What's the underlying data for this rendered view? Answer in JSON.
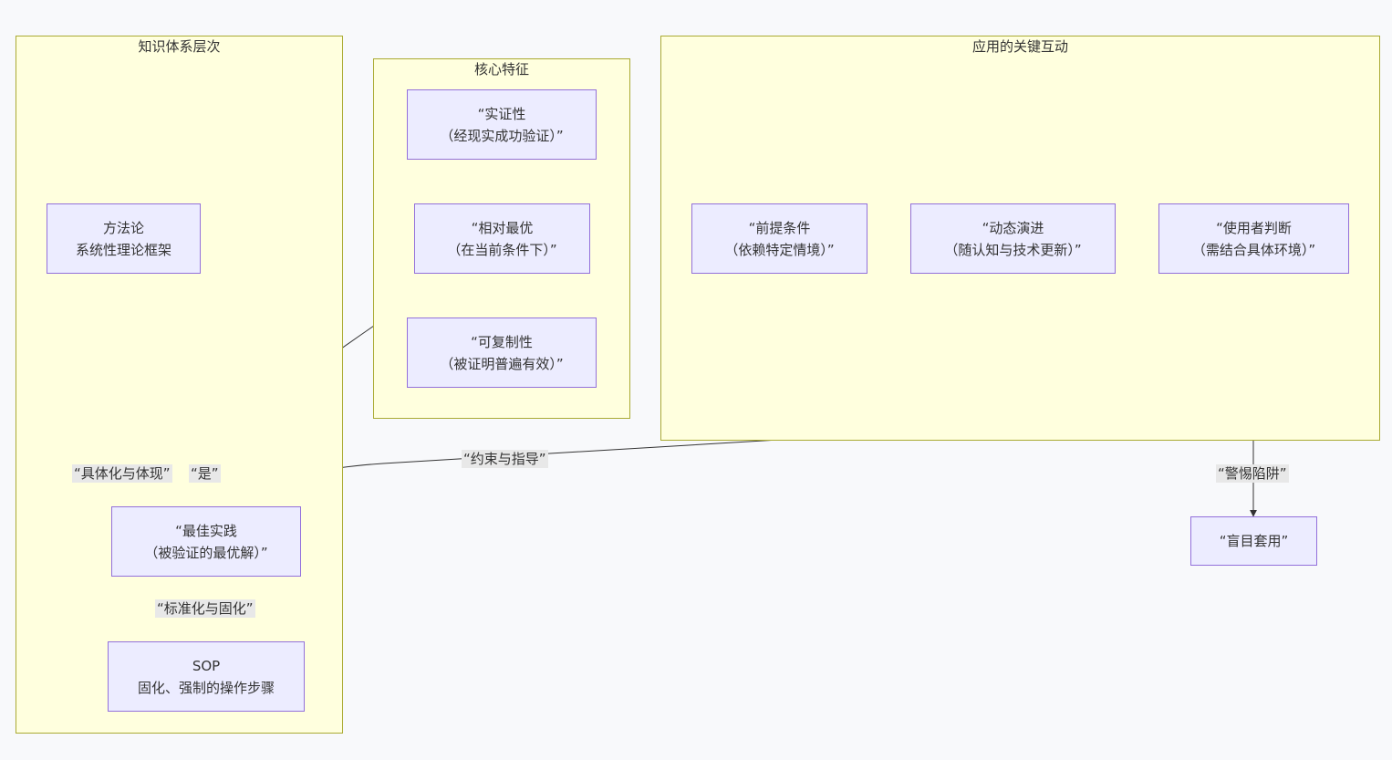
{
  "clusters": {
    "knowledge": {
      "title": "知识体系层次"
    },
    "core": {
      "title": "核心特征"
    },
    "interaction": {
      "title": "应用的关键互动"
    }
  },
  "nodes": {
    "methodology": {
      "line1": "方法论",
      "line2": "系统性理论框架"
    },
    "best_practice": {
      "line1": "“最佳实践",
      "line2": "（被验证的最优解）”"
    },
    "sop": {
      "line1": "SOP",
      "line2": "固化、强制的操作步骤"
    },
    "empirical": {
      "line1": "“实证性",
      "line2": "（经现实成功验证）”"
    },
    "relative_optimal": {
      "line1": "“相对最优",
      "line2": "（在当前条件下）”"
    },
    "replicable": {
      "line1": "“可复制性",
      "line2": "（被证明普遍有效）”"
    },
    "precondition": {
      "line1": "“前提条件",
      "line2": "（依赖特定情境）”"
    },
    "dynamic": {
      "line1": "“动态演进",
      "line2": "（随认知与技术更新）”"
    },
    "judgment": {
      "line1": "“使用者判断",
      "line2": "（需结合具体环境）”"
    },
    "blind_apply": {
      "line1": "“盲目套用”"
    }
  },
  "edge_labels": {
    "concretize": "“具体化与体现”",
    "is": "“是”",
    "constrain": "“约束与指导”",
    "standardize": "“标准化与固化”",
    "beware": "“警惕陷阱”"
  },
  "colors": {
    "background": "#f8f9fb",
    "cluster_fill": "#ffffde",
    "cluster_stroke": "#aaaa33",
    "node_fill": "#ececff",
    "node_stroke": "#9370db",
    "edge": "#333333",
    "edge_label_bg": "#e8e8e8"
  }
}
